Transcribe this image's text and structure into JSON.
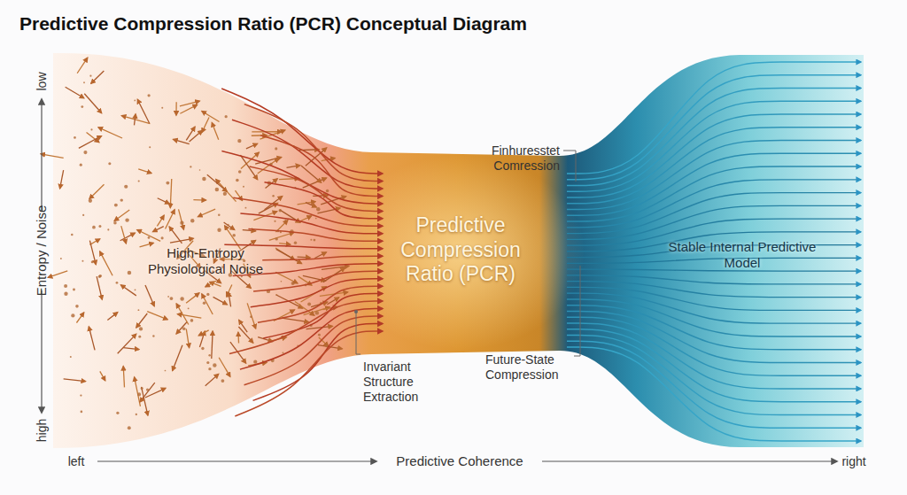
{
  "diagram": {
    "title": "Predictive Compression Ratio (PCR) Conceptual Diagram",
    "nodes": [
      {
        "text": [
          "High-Entropy Physiological Noise"
        ]
      },
      {
        "text": [
          "Predictive Compression Ratio (PCR)"
        ]
      },
      {
        "text": [
          "Stable Internal Predictive Model"
        ]
      }
    ],
    "labels": [
      "low",
      "Entropy / Noise",
      "high",
      "left",
      "Predictive Coherence",
      "right",
      "Finhuresstet Comression",
      "Invariant Structure Extraction",
      "Future-State Compression"
    ]
  }
}
